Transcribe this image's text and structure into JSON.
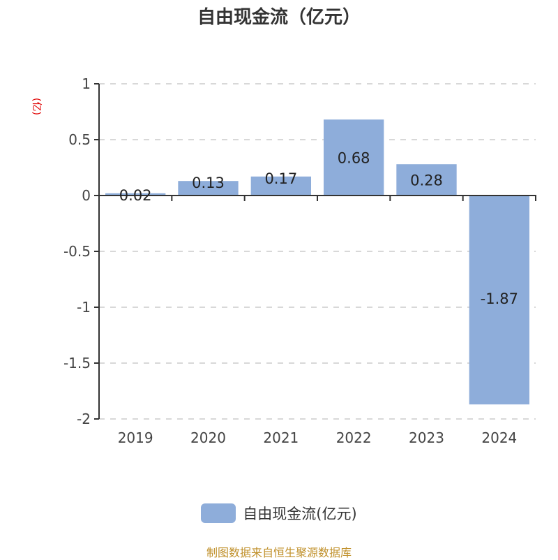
{
  "title": "自由现金流（亿元）",
  "unit_label": "(亿)",
  "legend": {
    "label": "自由现金流(亿元)",
    "color": "#8eadda"
  },
  "source": "制图数据来自恒生聚源数据库",
  "colors": {
    "bar": "#8eadda",
    "axis": "#333333",
    "grid": "#cccccc",
    "source": "#c0902a",
    "unit": "#e00000"
  },
  "chart_data": {
    "type": "bar",
    "title": "自由现金流（亿元）",
    "xlabel": "",
    "ylabel": "(亿)",
    "categories": [
      "2019",
      "2020",
      "2021",
      "2022",
      "2023",
      "2024"
    ],
    "series": [
      {
        "name": "自由现金流(亿元)",
        "values": [
          0.02,
          0.13,
          0.17,
          0.68,
          0.28,
          -1.87
        ]
      }
    ],
    "data_labels": [
      "0.02",
      "0.13",
      "0.17",
      "0.68",
      "0.28",
      "-1.87"
    ],
    "ylim": [
      -2,
      1
    ],
    "yticks": [
      1,
      0.5,
      0,
      -0.5,
      -1,
      -1.5,
      -2
    ],
    "ytick_labels": [
      "1",
      "0.5",
      "0",
      "-0.5",
      "-1",
      "-1.5",
      "-2"
    ],
    "grid": true,
    "legend_position": "bottom"
  }
}
